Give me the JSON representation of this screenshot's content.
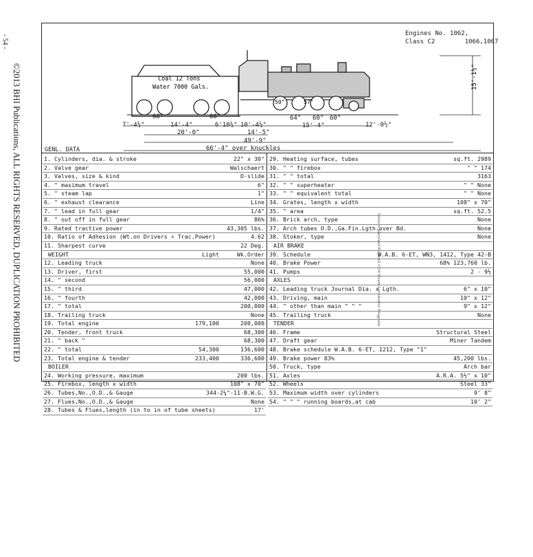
{
  "page_number": "- 54 -",
  "copyright": "©2013 BHI Publications, ALL RIGHTS RESERVED, DUPLICATION PROHIBITED",
  "side_note": "Western Maryland Railroad   1954 Steam Locomotive Diagrams",
  "engines_header": {
    "line1": "Engines No. 1062,",
    "line2": "Class C2        1066,1067"
  },
  "tender_label": {
    "line1": "Coal 12 Tons",
    "line2": "Water 7000 Gals."
  },
  "wheel_labels": {
    "w1": "50\"",
    "w2": "57\""
  },
  "dimensions": {
    "height": "15'-1½\"",
    "d1": "68\"",
    "d2": "68\"",
    "d3": "7'-4½\"",
    "d4": "14'-4\"",
    "d5": "6'10½\"",
    "d6": "10'-4½\"",
    "d7": "64\"",
    "d8": "60\"",
    "d9": "60\"",
    "d10": "12'-0½\"",
    "d11": "20'-0\"",
    "d12": "14'-5\"",
    "d13": "15'-4\"",
    "d14": "49'-9\"",
    "d15": "66'-4\" over knuckles"
  },
  "genl_data": "GENL. DATA",
  "left_rows": [
    {
      "label": "1. Cylinders, dia. & stroke",
      "v1": "",
      "value": "22\" x 30\""
    },
    {
      "label": "2. Valve gear",
      "v1": "",
      "value": "Walschaert"
    },
    {
      "label": "3. Valves, size & kind",
      "v1": "",
      "value": "D-slide"
    },
    {
      "label": "4.   \"     maximum travel",
      "v1": "",
      "value": "6\""
    },
    {
      "label": "5.   \"     steam lap",
      "v1": "",
      "value": "1\""
    },
    {
      "label": "6.   \"     exhaust clearance",
      "v1": "",
      "value": "Line"
    },
    {
      "label": "7.   \"     lead in full gear",
      "v1": "",
      "value": "1/4\""
    },
    {
      "label": "8.   \"     out off in full gear",
      "v1": "",
      "value": "86%"
    },
    {
      "label": "9. Rated tractive power",
      "v1": "",
      "value": "43,305 lbs."
    },
    {
      "label": "10. Ratio of Adhesion (Wt.on Drivers ÷ Trac.Power)",
      "v1": "",
      "value": "4.62"
    },
    {
      "label": "11. Sharpest curve",
      "v1": "",
      "value": "22 Deg."
    },
    {
      "label": "WEIGHT",
      "v1": "Light",
      "value": "Wk.Order",
      "head": true
    },
    {
      "label": "12. Leading truck",
      "v1": "",
      "value": "None"
    },
    {
      "label": "13. Driver, first",
      "v1": "",
      "value": "55,000"
    },
    {
      "label": "14.   \"     second",
      "v1": "",
      "value": "56,000"
    },
    {
      "label": "15.   \"     third",
      "v1": "",
      "value": "47,000"
    },
    {
      "label": "16.   \"     fourth",
      "v1": "",
      "value": "42,000"
    },
    {
      "label": "17.   \"     total",
      "v1": "",
      "value": "200,000"
    },
    {
      "label": "18. Trailing truck",
      "v1": "",
      "value": "None"
    },
    {
      "label": "19. Total engine",
      "v1": "179,100",
      "value": "200,000"
    },
    {
      "label": "20. Tender, front truck",
      "v1": "",
      "value": "68,300"
    },
    {
      "label": "21.   \"     back   \"",
      "v1": "",
      "value": "68,300"
    },
    {
      "label": "22.   \"     total",
      "v1": "54,300",
      "value": "136,600"
    },
    {
      "label": "23. Total engine & tender",
      "v1": "233,400",
      "value": "336,600"
    },
    {
      "label": "BOILER",
      "v1": "",
      "value": "",
      "head": true
    },
    {
      "label": "24. Working pressure, maximum",
      "v1": "",
      "value": "200 lbs."
    },
    {
      "label": "25. Firebox, length x width",
      "v1": "",
      "value": "108\" x 70\""
    },
    {
      "label": "26. Tubes,No.,O.D.,& Gauge",
      "v1": "",
      "value": "344-2¼\"-11-B.W.G."
    },
    {
      "label": "27. Flues,No.,O.D.,& Gauge",
      "v1": "",
      "value": "None"
    },
    {
      "label": "28. Tubes & Flues,length (in to in of tube sheets)",
      "v1": "",
      "value": "17'"
    }
  ],
  "right_rows": [
    {
      "label": "29. Heating surface, tubes",
      "value": "sq.ft. 2989"
    },
    {
      "label": "30.   \"       \"     firebox",
      "value": "\"  \"  174"
    },
    {
      "label": "31.   \"       \"     total",
      "value": "3163"
    },
    {
      "label": "32.   \"       \"     superheater",
      "value": "\"  \"  None"
    },
    {
      "label": "33.   \"       \"     equivalent total",
      "value": "\"  \"  None"
    },
    {
      "label": "34. Grates, length x width",
      "value": "108\" x 70\""
    },
    {
      "label": "35.   \"     area",
      "value": "sq.ft. 52.5"
    },
    {
      "label": "36. Brick arch, type",
      "value": "None"
    },
    {
      "label": "37. Arch tubes O.D.,Ga.Fin.Lgth.over Bd.",
      "value": "None"
    },
    {
      "label": "38. Stoker, type",
      "value": "None"
    },
    {
      "label": "AIR BRAKE",
      "value": "",
      "head": true
    },
    {
      "label": "39. Schedule",
      "value": "W.A.B. 6-ET, WN3, 1412, Type 42-B"
    },
    {
      "label": "40. Brake Power",
      "value": "68%   123,760 lb."
    },
    {
      "label": "41. Pumps",
      "value": "2 - 9½"
    },
    {
      "label": "AXLES",
      "value": "",
      "head": true
    },
    {
      "label": "42. Leading truck        Journal Dia. x Lgth.",
      "value": "6\" x 10\""
    },
    {
      "label": "43. Driving, main",
      "value": "10\" x 12\""
    },
    {
      "label": "44.   \"     other than main   \"   \"   \"",
      "value": "9\" x 12\""
    },
    {
      "label": "45. Trailing truck",
      "value": "None"
    },
    {
      "label": "TENDER",
      "value": "",
      "head": true
    },
    {
      "label": "46. Frame",
      "value": "Structural Steel"
    },
    {
      "label": "47. Draft gear",
      "value": "Miner Tandem"
    },
    {
      "label": "48. Brake schedule      W.A.B. 6-ET, 1212, Type \"1\"",
      "value": ""
    },
    {
      "label": "49. Brake power              83%",
      "value": "45,200 lbs."
    },
    {
      "label": "50. Truck, type",
      "value": "Arch bar"
    },
    {
      "label": "51. Axles",
      "value": "A.R.A. 5½\" x 10\""
    },
    {
      "label": "52. Wheels",
      "value": "Steel 33\""
    },
    {
      "label": "53. Maximum width over cylinders",
      "value": "9' 8\""
    },
    {
      "label": "54.   \"     \"     \"     running boards,at cab",
      "value": "10' 2\""
    }
  ]
}
